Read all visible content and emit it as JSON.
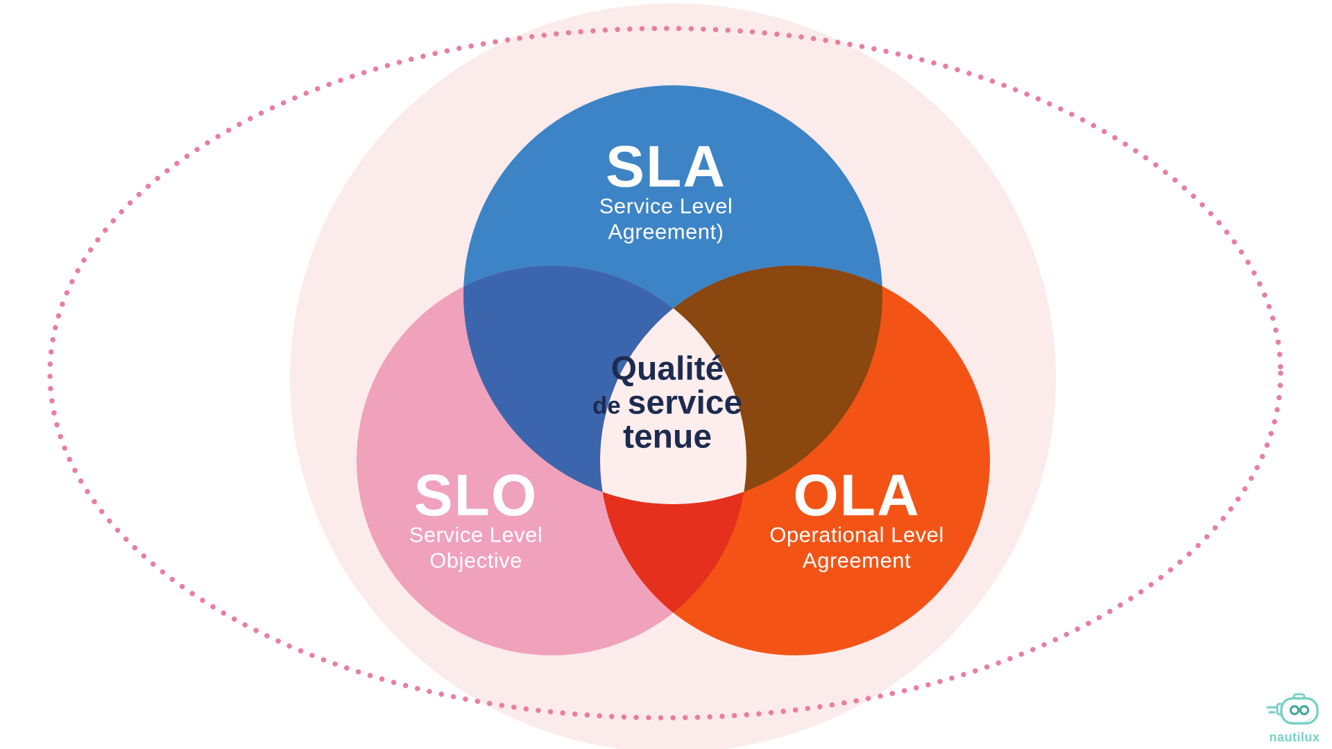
{
  "diagram": {
    "title_hint": "SLA / SLO / OLA Venn diagram",
    "center": {
      "line1": "Qualité",
      "line2_small": "de",
      "line2_large": "service",
      "line3": "tenue",
      "text_color": "#1d2b4f"
    },
    "sets": [
      {
        "id": "sla",
        "title": "SLA",
        "subtitle_line1": "Service Level",
        "subtitle_line2": "Agreement)",
        "color": "#3d84c6"
      },
      {
        "id": "slo",
        "title": "SLO",
        "subtitle_line1": "Service Level",
        "subtitle_line2": "Objective",
        "color": "#f0a1bb"
      },
      {
        "id": "ola",
        "title": "OLA",
        "subtitle_line1": "Operational Level",
        "subtitle_line2": "Agreement",
        "color": "#f35416"
      }
    ],
    "overlap_colors": {
      "sla_slo": "#3b66ad",
      "sla_ola": "#8a4710",
      "slo_ola": "#e5301d",
      "triple_center": "#fdeeed"
    },
    "background": {
      "page": "#ffffff",
      "ellipse_fill": "#fcebeb",
      "dot_color": "#e87f9f"
    }
  },
  "logo": {
    "name": "nautilux",
    "color": "#79d1c5"
  }
}
